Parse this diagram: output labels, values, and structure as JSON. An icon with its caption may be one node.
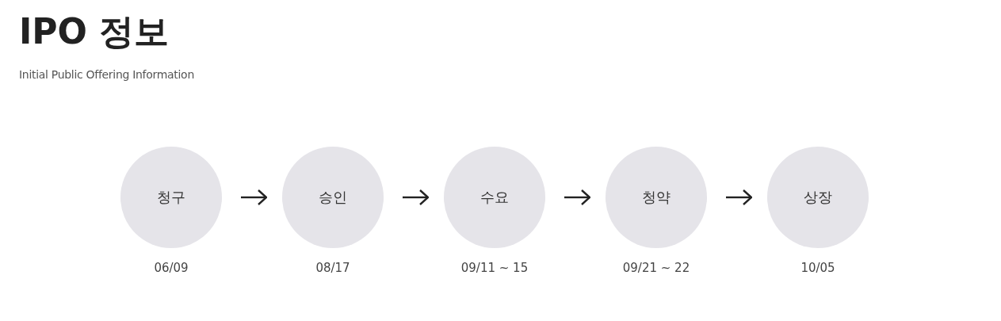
{
  "diagram": {
    "title": "IPO 정보",
    "nodes": [
      {
        "text": [
          "청구"
        ],
        "beside": [
          "06/09"
        ]
      },
      {
        "text": [
          "승인"
        ],
        "beside": [
          "08/17"
        ]
      },
      {
        "text": [
          "수요"
        ],
        "beside": [
          "09/11 ~ 15"
        ]
      },
      {
        "text": [
          "청약"
        ],
        "beside": [
          "09/21 ~ 22"
        ]
      },
      {
        "text": [
          "상장"
        ],
        "beside": [
          "10/05"
        ]
      }
    ],
    "edges": [
      {
        "from": 0,
        "to": 1,
        "arrow": "to"
      },
      {
        "from": 1,
        "to": 2,
        "arrow": "to"
      },
      {
        "from": 2,
        "to": 3,
        "arrow": "to"
      },
      {
        "from": 3,
        "to": 4,
        "arrow": "to"
      }
    ],
    "labels": [
      "Initial Public Offering Information"
    ]
  }
}
